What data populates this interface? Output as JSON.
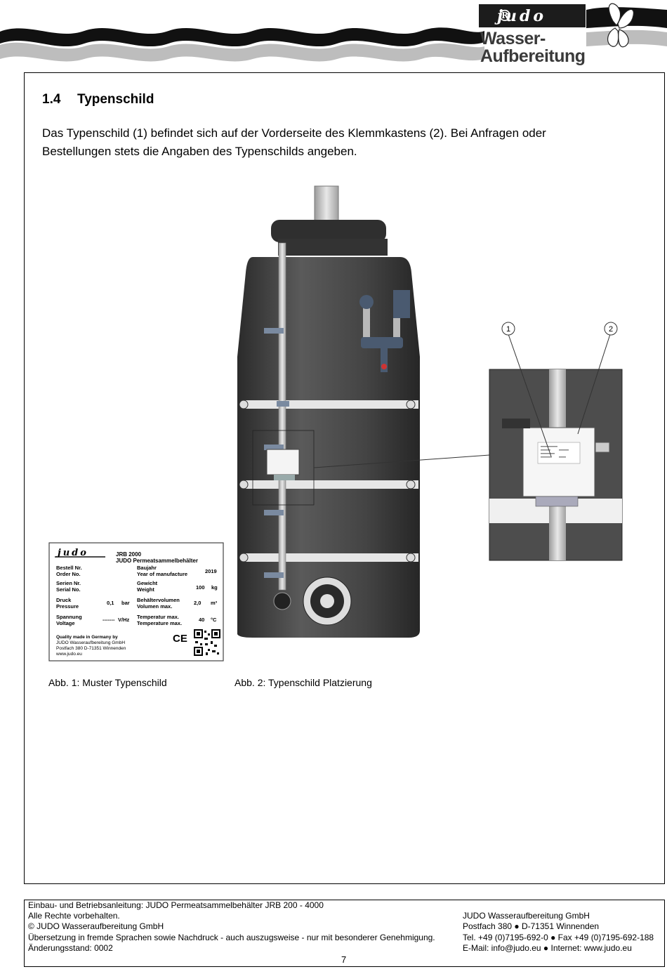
{
  "brand": {
    "logo_text": "judo",
    "registered_mark": "®",
    "product_line_1": "Wasser-",
    "product_line_2": "Aufbereitung"
  },
  "section": {
    "number": "1.4",
    "title": "Typenschild",
    "body": "Das Typenschild (1) befindet sich auf der Vorderseite des Klemmkastens (2). Bei Anfragen oder Bestellungen stets die Angaben des Typenschilds angeben."
  },
  "figure": {
    "callouts": [
      "1",
      "2"
    ],
    "caption_1": "Abb. 1: Muster Typenschild",
    "caption_2": "Abb. 2: Typenschild Platzierung"
  },
  "type_plate": {
    "logo": "judo",
    "model": "JRB 2000",
    "product": "JUDO Permeatsammelbehälter",
    "rows": [
      {
        "label_de": "Bestell Nr.",
        "label_en": "Order No.",
        "field_de": "Baujahr",
        "field_en": "Year of manufacture",
        "value": "2019",
        "unit": ""
      },
      {
        "label_de": "Serien Nr.",
        "label_en": "Serial No.",
        "field_de": "Gewicht",
        "field_en": "Weight",
        "value": "100",
        "unit": "kg"
      },
      {
        "label_de": "Druck",
        "label_en": "Pressure",
        "left_value": "0,1",
        "left_unit": "bar",
        "field_de": "Behältervolumen",
        "field_en": "Volumen max.",
        "value": "2,0",
        "unit": "m³"
      },
      {
        "label_de": "Spannung",
        "label_en": "Voltage",
        "left_value": "-------",
        "left_unit": "V/Hz",
        "field_de": "Temperatur max.",
        "field_en": "Temperature max.",
        "value": "40",
        "unit": "°C"
      }
    ],
    "origin_1": "Quality made in Germany by",
    "origin_2": "JUDO Wasseraufbereitung GmbH",
    "origin_3": "Postfach 380 D-71351 Winnenden",
    "origin_4": "www.judo.eu",
    "ce_mark": "CE"
  },
  "footer": {
    "left": [
      "Einbau- und Betriebsanleitung: JUDO Permeatsammelbehälter JRB 200 - 4000",
      "Alle Rechte vorbehalten.",
      "© JUDO Wasseraufbereitung GmbH",
      "Übersetzung in fremde Sprachen sowie Nachdruck - auch auszugsweise - nur mit besonderer Genehmigung.",
      "Änderungsstand: 0002"
    ],
    "right": [
      "JUDO Wasseraufbereitung GmbH",
      "Postfach 380 ● D-71351 Winnenden",
      "Tel. +49 (0)7195-692-0 ● Fax +49 (0)7195-692-188",
      "E-Mail: info@judo.eu ● Internet: www.judo.eu"
    ],
    "page_number": "7"
  },
  "colors": {
    "tank_dark": "#3c3c3c",
    "tank_mid": "#555555",
    "band": "#e6e6e6",
    "pipe": "#c8c8c8",
    "callout_line": "#333333"
  }
}
